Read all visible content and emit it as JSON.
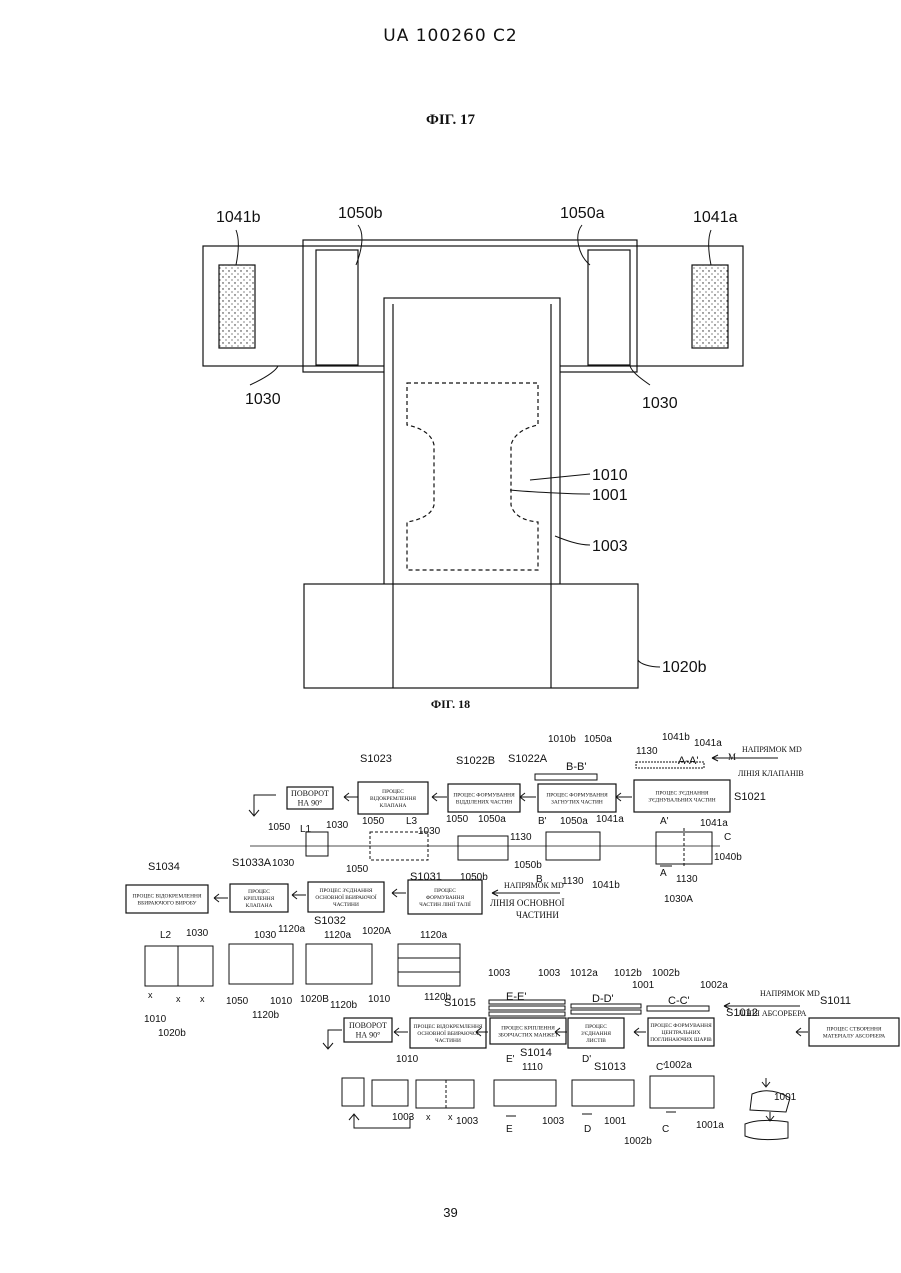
{
  "header": {
    "doc_number": "UA   100260   C2"
  },
  "fig17": {
    "title": "ФІГ. 17",
    "labels": {
      "l1041b": "1041b",
      "l1050b": "1050b",
      "l1050a": "1050a",
      "l1041a": "1041a",
      "l1030_left": "1030",
      "l1030_right": "1030",
      "l1010": "1010",
      "l1001": "1001",
      "l1003": "1003",
      "l1020b": "1020b"
    }
  },
  "fig18": {
    "title": "ФІГ. 18",
    "steps": {
      "S1021": {
        "id": "S1021",
        "text": [
          "ПРОЦЕС З'ЄДНАННЯ",
          "З'ЄДНУВАЛЬНИХ ЧАСТИН"
        ]
      },
      "S1022A": {
        "id": "S1022A",
        "text": [
          "ПРОЦЕС ФОРМУВАННЯ",
          "ЗАГНУТИХ ЧАСТИН"
        ]
      },
      "S1022B": {
        "id": "S1022B",
        "text": [
          "ПРОЦЕС ФОРМУВАННЯ",
          "ВІДДІЛЕНИХ ЧАСТИН"
        ]
      },
      "S1023": {
        "id": "S1023",
        "text": [
          "ПРОЦЕС",
          "ВІДОКРЕМЛЕННЯ",
          "КЛАПАНА"
        ]
      },
      "rotate1": {
        "text": [
          "ПОВОРОТ",
          "НА 90°"
        ]
      },
      "S1031": {
        "id": "S1031",
        "text": [
          "ПРОЦЕС",
          "ФОРМУВАННЯ",
          "ЧАСТИН ЛІНІЇ ТАЛІЇ"
        ]
      },
      "S1032": {
        "id": "S1032",
        "text": [
          "ПРОЦЕС З'ЄДНАННЯ",
          "ОСНОВНОЇ ВБИРАЮЧОЇ",
          "ЧАСТИНИ"
        ]
      },
      "S1033A": {
        "id": "S1033A",
        "text": [
          "ПРОЦЕС",
          "КРІПЛЕННЯ",
          "КЛАПАНА"
        ]
      },
      "S1034": {
        "id": "S1034",
        "text": [
          "ПРОЦЕС ВІДОКРЕМЛЕННЯ",
          "ВБИРАЮЧОГО ВИРОБУ"
        ]
      },
      "S1011": {
        "id": "S1011",
        "text": [
          "ПРОЦЕС СТВОРЕННЯ",
          "МАТЕРІАЛУ АБСОРБЕРА"
        ]
      },
      "S1012": {
        "id": "S1012",
        "text": [
          "ПРОЦЕС ФОРМУВАННЯ",
          "ЦЕНТРАЛЬНИХ",
          "ПОГЛИНАЮЧИХ ШАРІВ"
        ]
      },
      "S1013": {
        "id": "S1013",
        "text": [
          "ПРОЦЕС",
          "З'ЄДНАННЯ",
          "ЛИСТІВ"
        ]
      },
      "S1014": {
        "id": "S1014",
        "text": [
          "ПРОЦЕС КРІПЛЕННЯ",
          "ЗБОРЧАСТИХ МАНЖЕТ"
        ]
      },
      "S1015": {
        "id": "S1015",
        "text": [
          "ПРОЦЕС ВІДОКРЕМЛЕННЯ",
          "ОСНОВНОЇ ВБИРАЮЧОЇ",
          "ЧАСТИНИ"
        ]
      },
      "rotate2": {
        "text": [
          "ПОВОРОТ",
          "НА 90°"
        ]
      }
    },
    "line_labels": {
      "md1": "НАПРЯМОК MD",
      "line_flaps": "ЛІНІЯ КЛАПАНІВ",
      "md2": "НАПРЯМОК MD",
      "line_main": "ЛІНІЯ ОСНОВНОЇ",
      "line_main2": "ЧАСТИНИ",
      "md3": "НАПРЯМОК MD",
      "line_absorber": "ЛІНІЯ АБСОРБЕРА",
      "md_letter": "M"
    },
    "sections": {
      "AA": "A-A'",
      "BB": "B-B'",
      "CC": "C-C'",
      "DD": "D-D'",
      "EE": "E-E'",
      "A": "A",
      "A1": "A'",
      "B": "B",
      "B1": "B'",
      "C": "C",
      "C1": "C'",
      "D": "D",
      "D1": "D'",
      "E": "E",
      "E1": "E'"
    },
    "refs": {
      "r1010b": "1010b",
      "r1050a_top": "1050a",
      "r1041b_top": "1041b",
      "r1041a_top": "1041a",
      "r1130_top": "1130",
      "r1050_a": "1050",
      "r1030_a": "1030",
      "rL1": "L1",
      "rL3": "L3",
      "r1050_b": "1050",
      "r1030_b": "1030",
      "r1050_c": "1050",
      "r1030_c": "1030",
      "r1050_d": "1050",
      "r1050a_mid": "1050a",
      "r1130_mid": "1130",
      "r1050a_mid2": "1050a",
      "r1041a_mid": "1041a",
      "r1041a_mid2": "1041a",
      "r1050b_mid": "1050b",
      "r1050b_mid2": "1050b",
      "r1130_mid2": "1130",
      "r1041b_mid": "1041b",
      "rC_right": "C",
      "r1040b": "1040b",
      "r1130_bot": "1130",
      "r1030A": "1030A",
      "rL2": "L2",
      "r1030_e": "1030",
      "r1030_f": "1030",
      "r1120a_a": "1120a",
      "r1120a_b": "1120a",
      "r1020A": "1020A",
      "r1120a_c": "1120a",
      "r1010_a": "1010",
      "r1020b_a": "1020b",
      "r1050_e": "1050",
      "r1120b_a": "1120b",
      "r1010_b": "1010",
      "r1020B": "1020B",
      "r1120b_b": "1120b",
      "r1010_c": "1010",
      "r1120b_c": "1120b",
      "r1003_a": "1003",
      "r1003_b": "1003",
      "r1012a": "1012a",
      "r1012b": "1012b",
      "r1002b_top": "1002b",
      "r1001_top": "1001",
      "r1002a_top": "1002a",
      "r1010_d": "1010",
      "r1110": "1110",
      "r1002a_bot": "1002a",
      "r1001_right": "1001",
      "r1003_c": "1003",
      "r1003_d": "1003",
      "r1003_e": "1003",
      "r1001_bot": "1001",
      "r1001a": "1001a",
      "r1002b_bot": "1002b",
      "xA": "x",
      "xB": "x",
      "xC": "x",
      "xD": "x",
      "xE": "x"
    }
  },
  "page_number": "39"
}
